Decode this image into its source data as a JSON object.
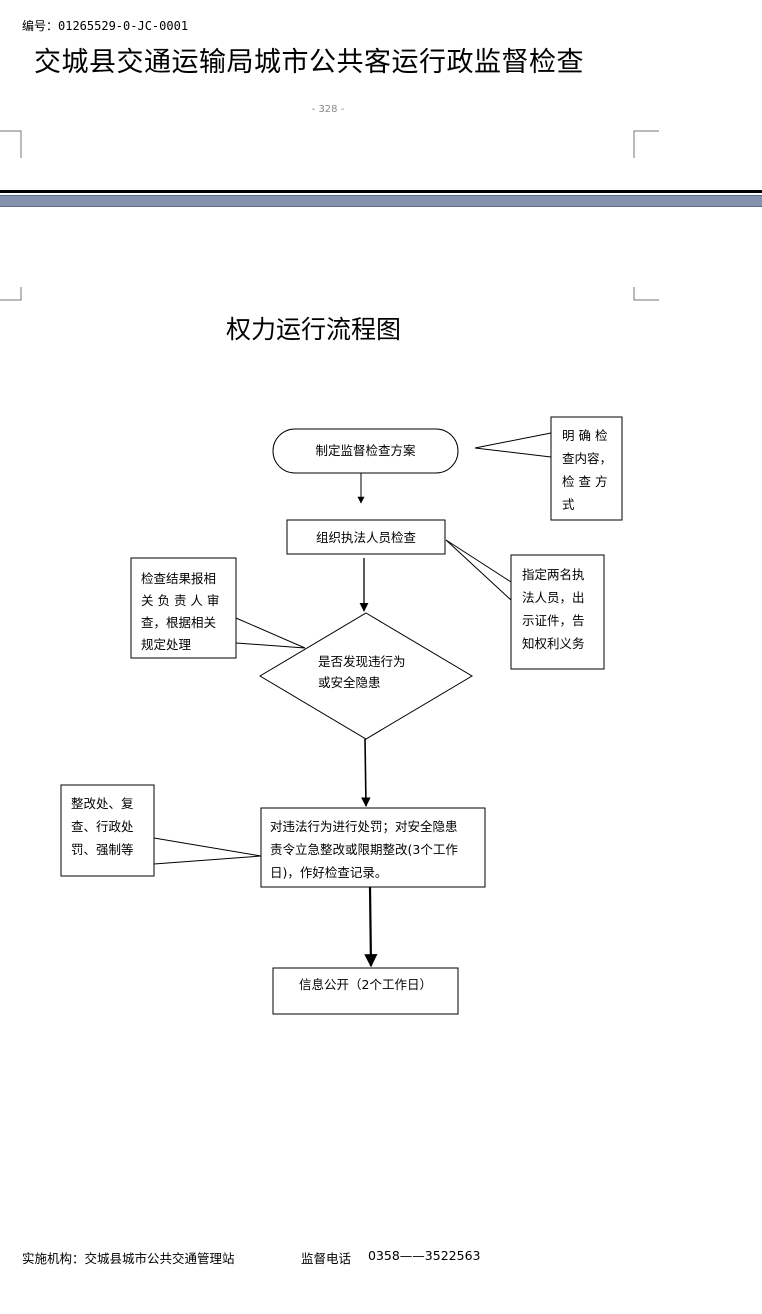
{
  "header": {
    "doc_number": "编号：01265529-0-JC-0001",
    "doc_title": "交城县交通运输局城市公共客运行政监督检查",
    "page_number": "- 328 -"
  },
  "diagram": {
    "title": "权力运行流程图",
    "nodes": {
      "start": "制定监督检查方案",
      "organize": "组织执法人员检查",
      "decision_line1": "是否发现违行为",
      "decision_line2": "或安全隐患",
      "penalty_line1": "对违法行为进行处罚；对安全隐患",
      "penalty_line2": "责令立急整改或限期整改(3个工作",
      "penalty_line3": "日)，作好检查记录。",
      "publish": "信息公开（2个工作日）"
    },
    "notes": {
      "clarify_line1": "明 确 检",
      "clarify_line2": "查内容，",
      "clarify_line3": "检 查 方",
      "clarify_line4": "式",
      "staff_line1": "指定两名执",
      "staff_line2": "法人员，出",
      "staff_line3": "示证件，告",
      "staff_line4": "知权利义务",
      "report_line1": "检查结果报相",
      "report_line2": "关 负 责 人 审",
      "report_line3": "查，根据相关",
      "report_line4": "规定处理",
      "rectify_line1": "整改处、复",
      "rectify_line2": "查、行政处",
      "rectify_line3": "罚、强制等"
    }
  },
  "footer": {
    "agency": "实施机构：交城县城市公共交通管理站",
    "phone_label": "监督电话",
    "phone": "0358——3522563"
  }
}
